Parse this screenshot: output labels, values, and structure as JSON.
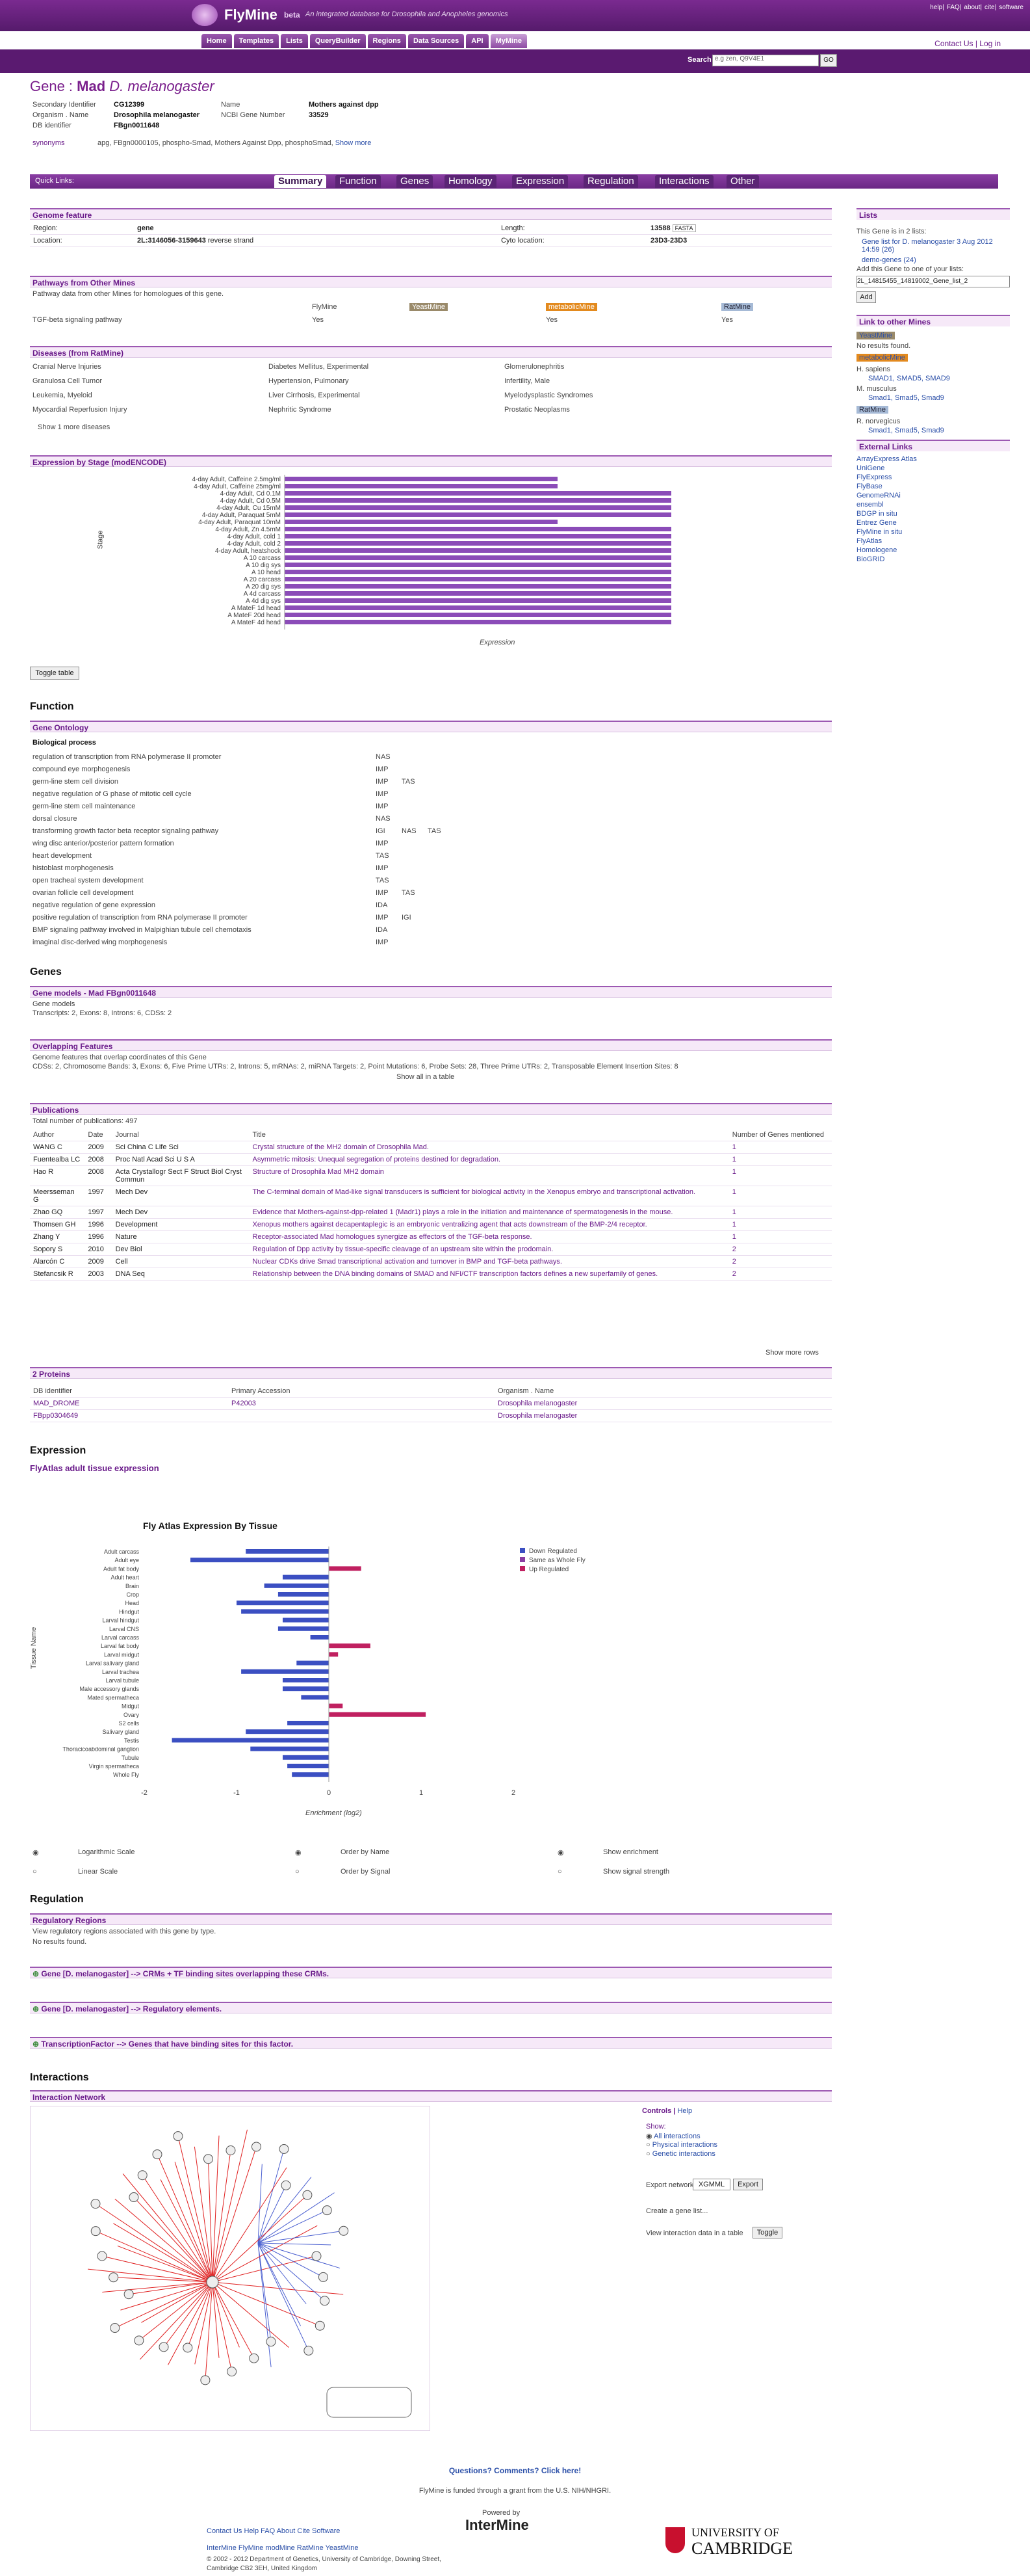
{
  "header": {
    "logo": "FlyMine",
    "beta": "beta",
    "tagline": "An integrated database for Drosophila and Anopheles genomics",
    "toplinks": [
      "help",
      "FAQ",
      "about",
      "cite",
      "software"
    ],
    "nav": [
      "Home",
      "Templates",
      "Lists",
      "QueryBuilder",
      "Regions",
      "Data Sources",
      "API",
      "MyMine"
    ],
    "contact": "Contact Us | Log in",
    "search_label": "Search",
    "search_value": "e.g zen, Q9V4E1",
    "search_btn": "GO"
  },
  "gene": {
    "prefix": "Gene : ",
    "symbol": "Mad",
    "organism": "D. melanogaster",
    "fields": [
      [
        "Secondary Identifier",
        "CG12399"
      ],
      [
        "Organism . Name",
        "Drosophila melanogaster"
      ],
      [
        "DB identifier",
        "FBgn0011648"
      ]
    ],
    "fields2": [
      [
        "Name",
        "Mothers against dpp"
      ],
      [
        "NCBI Gene Number",
        "33529"
      ]
    ],
    "synonyms_label": "synonyms",
    "synonyms": "apg, FBgn0000105, phospho-Smad, Mothers Against Dpp, phosphoSmad, ",
    "synonyms_more": "Show more"
  },
  "quicklinks": {
    "label": "Quick Links:",
    "tabs": [
      "Summary",
      "Function",
      "Genes",
      "Homology",
      "Expression",
      "Regulation",
      "Interactions",
      "Other"
    ]
  },
  "genome": {
    "title": "Genome feature",
    "region_l": "Region:",
    "region_v": "gene",
    "length_l": "Length:",
    "length_v": "13588",
    "fasta": "FASTA",
    "location_l": "Location:",
    "location_v": "2L:3146056-3159643",
    "location_suffix": " reverse strand",
    "cyto_l": "Cyto location:",
    "cyto_v": "23D3-23D3"
  },
  "pathways": {
    "title": "Pathways from Other Mines",
    "desc": "Pathway data from other Mines for homologues of this gene.",
    "cols": [
      "FlyMine",
      "YeastMine",
      "metabolicMine",
      "RatMine"
    ],
    "row": "TGF-beta signaling pathway",
    "vals": [
      "Yes",
      "",
      "Yes",
      "Yes"
    ]
  },
  "diseases": {
    "title": "Diseases (from RatMine)",
    "items": [
      "Cranial Nerve Injuries",
      "Diabetes Mellitus, Experimental",
      "Glomerulonephritis",
      "Granulosa Cell Tumor",
      "Hypertension, Pulmonary",
      "Infertility, Male",
      "Leukemia, Myeloid",
      "Liver Cirrhosis, Experimental",
      "Myelodysplastic Syndromes",
      "Myocardial Reperfusion Injury",
      "Nephritic Syndrome",
      "Prostatic Neoplasms"
    ],
    "more": "Show 1 more diseases"
  },
  "stage": {
    "title": "Expression by Stage (modENCODE)",
    "ylabel": "Stage",
    "xlabel": "Expression",
    "toggle": "Toggle table",
    "chart_data": {
      "type": "bar",
      "categories": [
        "4-day Adult, Caffeine 2.5mg/ml",
        "4-day Adult, Caffeine 25mg/ml",
        "4-day Adult, Cd 0.1M",
        "4-day Adult, Cd 0.5M",
        "4-day Adult, Cu 15mM",
        "4-day Adult, Paraquat 5mM",
        "4-day Adult, Paraquat 10mM",
        "4-day Adult, Zn 4.5mM",
        "4-day Adult, cold 1",
        "4-day Adult, cold 2",
        "4-day Adult, heatshock",
        "A 10 carcass",
        "A 10 dig sys",
        "A 10 head",
        "A 20 carcass",
        "A 20 dig sys",
        "A 4d carcass",
        "A 4d dig sys",
        "A MateF 1d head",
        "A MateF 20d head",
        "A MateF 4d head"
      ],
      "values": [
        0.6,
        0.6,
        0.85,
        0.85,
        0.85,
        0.85,
        0.6,
        0.85,
        0.85,
        0.85,
        0.85,
        0.85,
        0.85,
        0.85,
        0.85,
        0.85,
        0.85,
        0.85,
        0.85,
        0.85,
        0.85
      ]
    }
  },
  "function": {
    "h": "Function",
    "go_title": "Gene Ontology",
    "bp": "Biological process",
    "rows": [
      [
        "regulation of transcription from RNA polymerase II promoter",
        "NAS"
      ],
      [
        "compound eye morphogenesis",
        "IMP"
      ],
      [
        "germ-line stem cell division",
        "IMP",
        "TAS"
      ],
      [
        "negative regulation of G phase of mitotic cell cycle",
        "IMP"
      ],
      [
        "germ-line stem cell maintenance",
        "IMP"
      ],
      [
        "dorsal closure",
        "NAS"
      ],
      [
        "transforming growth factor beta receptor signaling pathway",
        "IGI",
        "NAS",
        "TAS"
      ],
      [
        "wing disc anterior/posterior pattern formation",
        "IMP"
      ],
      [
        "heart development",
        "TAS"
      ],
      [
        "histoblast morphogenesis",
        "IMP"
      ],
      [
        "open tracheal system development",
        "TAS"
      ],
      [
        "ovarian follicle cell development",
        "IMP",
        "TAS"
      ],
      [
        "negative regulation of gene expression",
        "IDA"
      ],
      [
        "positive regulation of transcription from RNA polymerase II promoter",
        "IMP",
        "IGI"
      ],
      [
        "BMP signaling pathway involved in Malpighian tubule cell chemotaxis",
        "IDA"
      ],
      [
        "imaginal disc-derived wing morphogenesis",
        "IMP"
      ]
    ]
  },
  "genes": {
    "h": "Genes",
    "models_title": "Gene models - Mad FBgn0011648",
    "models_sub": "Gene models",
    "models_line": "Transcripts: 2, Exons: 8, Introns: 6, CDSs: 2",
    "ovl_title": "Overlapping Features",
    "ovl_sub": "Genome features that overlap coordinates of this Gene",
    "ovl_line": "CDSs: 2, Chromosome Bands: 3, Exons: 6, Five Prime UTRs: 2, Introns: 5, mRNAs: 2, miRNA Targets: 2, Point Mutations: 6, Probe Sets: 28, Three Prime UTRs: 2, Transposable Element Insertion Sites: 8",
    "ovl_all": "Show all in a table"
  },
  "pubs": {
    "title": "Publications",
    "total": "Total number of publications: 497",
    "cols": [
      "Author",
      "Date",
      "Journal",
      "Title",
      "Number of Genes mentioned"
    ],
    "rows": [
      [
        "WANG C",
        "2009",
        "Sci China C Life Sci",
        "Crystal structure of the MH2 domain of Drosophila Mad.",
        "1"
      ],
      [
        "Fuentealba LC",
        "2008",
        "Proc Natl Acad Sci U S A",
        "Asymmetric mitosis: Unequal segregation of proteins destined for degradation.",
        "1"
      ],
      [
        "Hao R",
        "2008",
        "Acta Crystallogr Sect F Struct Biol Cryst Commun",
        "Structure of Drosophila Mad MH2 domain",
        "1"
      ],
      [
        "Meersseman G",
        "1997",
        "Mech Dev",
        "The C-terminal domain of Mad-like signal transducers is sufficient for biological activity in the Xenopus embryo and transcriptional activation.",
        "1"
      ],
      [
        "Zhao GQ",
        "1997",
        "Mech Dev",
        "Evidence that Mothers-against-dpp-related 1 (Madr1) plays a role in the initiation and maintenance of spermatogenesis in the mouse.",
        "1"
      ],
      [
        "Thomsen GH",
        "1996",
        "Development",
        "Xenopus mothers against decapentaplegic is an embryonic ventralizing agent that acts downstream of the BMP-2/4 receptor.",
        "1"
      ],
      [
        "Zhang Y",
        "1996",
        "Nature",
        "Receptor-associated Mad homologues synergize as effectors of the TGF-beta response.",
        "1"
      ],
      [
        "Sopory S",
        "2010",
        "Dev Biol",
        "Regulation of Dpp activity by tissue-specific cleavage of an upstream site within the prodomain.",
        "2"
      ],
      [
        "Alarcón C",
        "2009",
        "Cell",
        "Nuclear CDKs drive Smad transcriptional activation and turnover in BMP and TGF-beta pathways.",
        "2"
      ],
      [
        "Stefancsik R",
        "2003",
        "DNA Seq",
        "Relationship between the DNA binding domains of SMAD and NFI/CTF transcription factors defines a new superfamily of genes.",
        "2"
      ]
    ],
    "more": "Show more rows"
  },
  "proteins": {
    "title": "2 Proteins",
    "cols": [
      "DB identifier",
      "Primary Accession",
      "Organism . Name"
    ],
    "rows": [
      [
        "MAD_DROME",
        "P42003",
        "Drosophila melanogaster"
      ],
      [
        "FBpp0304649",
        "",
        "Drosophila melanogaster"
      ]
    ]
  },
  "expression": {
    "h": "Expression",
    "sub": "FlyAtlas adult tissue expression",
    "ylabel": "Tissue Name",
    "xlabel": "Enrichment (log2)",
    "chart_data": {
      "type": "bar",
      "title": "Fly Atlas Expression By Tissue",
      "categories": [
        "Adult carcass",
        "Adult eye",
        "Adult fat body",
        "Adult heart",
        "Brain",
        "Crop",
        "Head",
        "Hindgut",
        "Larval hindgut",
        "Larval CNS",
        "Larval carcass",
        "Larval fat body",
        "Larval midgut",
        "Larval salivary gland",
        "Larval trachea",
        "Larval tubule",
        "Male accessory glands",
        "Mated spermatheca",
        "Midgut",
        "Ovary",
        "S2 cells",
        "Salivary gland",
        "Testis",
        "Thoracicoabdominal ganglion",
        "Tubule",
        "Virgin spermatheca",
        "Whole Fly"
      ],
      "values": [
        -0.9,
        -1.5,
        0.35,
        -0.5,
        -0.7,
        -0.55,
        -1.0,
        -0.95,
        -0.5,
        -0.55,
        -0.2,
        0.45,
        0.1,
        -0.35,
        -0.95,
        -0.5,
        -0.5,
        -0.3,
        0.15,
        1.05,
        -0.45,
        -0.9,
        -1.7,
        -0.85,
        -0.5,
        -0.45,
        -0.4
      ],
      "xlim": [
        -2,
        2
      ],
      "ticks": [
        "-2",
        "-1",
        "0",
        "1",
        "2"
      ],
      "legend": [
        "Down Regulated",
        "Same as Whole Fly",
        "Up Regulated"
      ]
    },
    "opts": [
      "Logarithmic Scale",
      "Order by Name",
      "Show enrichment",
      "Linear Scale",
      "Order by Signal",
      "Show signal strength"
    ]
  },
  "regulation": {
    "h": "Regulation",
    "rr_title": "Regulatory Regions",
    "rr_sub": "View regulatory regions associated with this gene by type.",
    "rr_none": "No results found.",
    "b1": "Gene [D. melanogaster] --> CRMs + TF binding sites overlapping these CRMs.",
    "b2": "Gene [D. melanogaster] --> Regulatory elements.",
    "b3": "TranscriptionFactor --> Genes that have binding sites for this factor."
  },
  "interactions": {
    "h": "Interactions",
    "net": "Interaction Network",
    "controls": "Controls",
    "help": "Help",
    "show": "Show:",
    "opts": [
      "All interactions",
      "Physical interactions",
      "Genetic interactions"
    ],
    "export": "Export network as:",
    "fmt": "XGMML",
    "exp_btn": "Export",
    "create": "Create a gene list...",
    "view": "View interaction data in a table",
    "toggle": "Toggle"
  },
  "sidebar": {
    "lists_title": "Lists",
    "lists_txt": "This Gene is in 2 lists:",
    "list1": "Gene list for D. melanogaster 3 Aug 2012 14:59 (26)",
    "list2": "demo-genes (24)",
    "add_txt": "Add this Gene to one of your lists:",
    "select": "2L_14815455_14819002_Gene_list_2",
    "add": "Add",
    "mines_title": "Link to other Mines",
    "yeast": "YeastMine",
    "yeast_none": "No results found.",
    "metabolic": "metabolicMine",
    "hs": "H. sapiens",
    "hs_links": "SMAD1, SMAD5, SMAD9",
    "mm": "M. musculus",
    "mm_links": "Smad1, Smad5, Smad9",
    "rat": "RatMine",
    "rn": "R. norvegicus",
    "rn_links": "Smad1, Smad5, Smad9",
    "ext_title": "External Links",
    "ext": [
      "ArrayExpress Atlas",
      "UniGene",
      "FlyExpress",
      "FlyBase",
      "GenomeRNAi",
      "ensembl",
      "BDGP in situ",
      "Entrez Gene",
      "FlyMine in situ",
      "FlyAtlas",
      "Homologene",
      "BioGRID"
    ]
  },
  "footer": {
    "questions": "Questions? Comments? Click here!",
    "funded": "FlyMine is funded through a grant from the U.S. NIH/NHGRI.",
    "links": "Contact Us  Help  FAQ  About  Cite  Software",
    "powered": "Powered by",
    "intermine": "InterMine",
    "mines": "InterMine  FlyMine  modMine  RatMine  YeastMine",
    "copy1": "© 2002 - 2012 Department of Genetics, University of Cambridge, Downing Street,",
    "copy2": "Cambridge CB2 3EH, United Kingdom",
    "cam1": "UNIVERSITY OF",
    "cam2": "CAMBRIDGE"
  }
}
